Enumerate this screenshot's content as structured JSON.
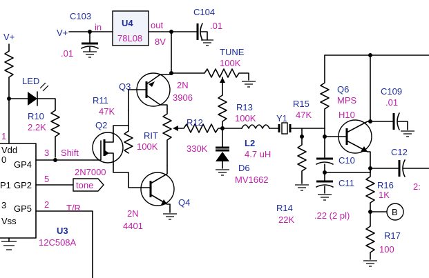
{
  "labels": {
    "vplus_in": "V+",
    "vplus_left": "V+",
    "shift": "Shift",
    "tone": "tone",
    "tr": "T/R",
    "b_point": "B"
  },
  "regulator": {
    "ref": "U4",
    "part": "78L08",
    "in_pin": "in",
    "out_pin": "out",
    "out_voltage": "8V"
  },
  "mcu": {
    "ref": "U3",
    "part": "12C508A",
    "pin1": "1",
    "vdd": "Vdd",
    "pin0": "0",
    "gp4": "GP4",
    "gp4_num": "3",
    "p1": "P1",
    "gp2": "GP2",
    "gp2_num": "5",
    "pin3": "3",
    "gp5": "GP5",
    "gp5_num": "2",
    "vss": "Vss"
  },
  "parts": {
    "c103": {
      "ref": "C103",
      "value": ".01"
    },
    "c104": {
      "ref": "C104",
      "value": ".01"
    },
    "led": {
      "ref": "LED"
    },
    "r10": {
      "ref": "R10",
      "value": "2.2K"
    },
    "r11": {
      "ref": "R11",
      "value": "47K"
    },
    "q2": {
      "ref": "Q2",
      "part": "2N7000"
    },
    "q3": {
      "ref": "Q3",
      "part_line1": "2N",
      "part_line2": "3906"
    },
    "q4": {
      "ref": "Q4",
      "part_line1": "2N",
      "part_line2": "4401"
    },
    "rit": {
      "ref": "RIT",
      "value": "100K"
    },
    "r12": {
      "ref": "R12",
      "value": "330K"
    },
    "tune": {
      "ref": "TUNE",
      "value": "100K"
    },
    "r13": {
      "ref": "R13",
      "value": "100K"
    },
    "d6": {
      "ref": "D6",
      "part": "MV1662"
    },
    "l2": {
      "ref": "L2",
      "value": "4.7 uH"
    },
    "y1": {
      "ref": "Y1"
    },
    "r14": {
      "ref": "R14",
      "value": "22K"
    },
    "r15": {
      "ref": "R15",
      "value": "47K"
    },
    "c10": {
      "ref": "C10",
      "value": ".22 (2 pl)"
    },
    "c11": {
      "ref": "C11"
    },
    "q6": {
      "ref": "Q6",
      "part_line1": "MPS",
      "part_line2": "H10"
    },
    "c109": {
      "ref": "C109",
      "value": ".01"
    },
    "c12": {
      "ref": "C12",
      "value": "2:"
    },
    "r16": {
      "ref": "R16",
      "value": "1K"
    },
    "r17": {
      "ref": "R17",
      "value": "100"
    }
  }
}
